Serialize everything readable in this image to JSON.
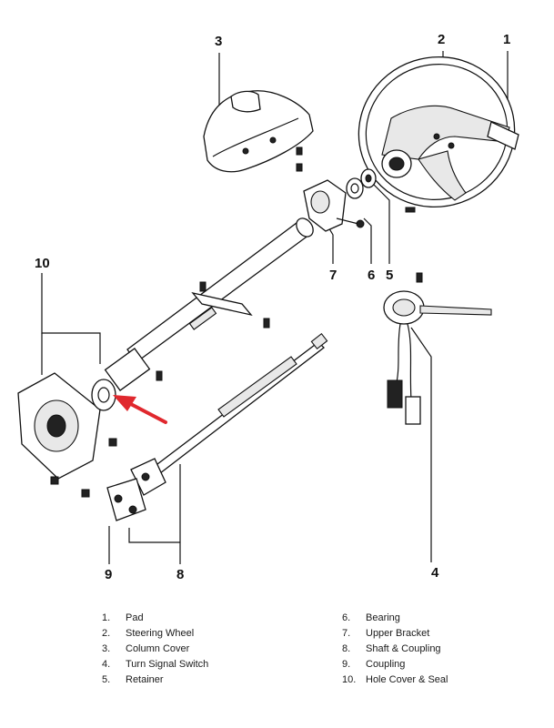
{
  "callouts": [
    "1",
    "2",
    "3",
    "4",
    "5",
    "6",
    "7",
    "8",
    "9",
    "10"
  ],
  "legend": [
    {
      "num": "1.",
      "label": "Pad"
    },
    {
      "num": "2.",
      "label": "Steering Wheel"
    },
    {
      "num": "3.",
      "label": "Column Cover"
    },
    {
      "num": "4.",
      "label": "Turn Signal Switch"
    },
    {
      "num": "5.",
      "label": "Retainer"
    },
    {
      "num": "6.",
      "label": "Bearing"
    },
    {
      "num": "7.",
      "label": "Upper Bracket"
    },
    {
      "num": "8.",
      "label": "Shaft & Coupling"
    },
    {
      "num": "9.",
      "label": "Coupling"
    },
    {
      "num": "10.",
      "label": "Hole Cover & Seal"
    }
  ],
  "colors": {
    "ink": "#111111",
    "arrow": "#e0282e",
    "paper": "#ffffff"
  }
}
